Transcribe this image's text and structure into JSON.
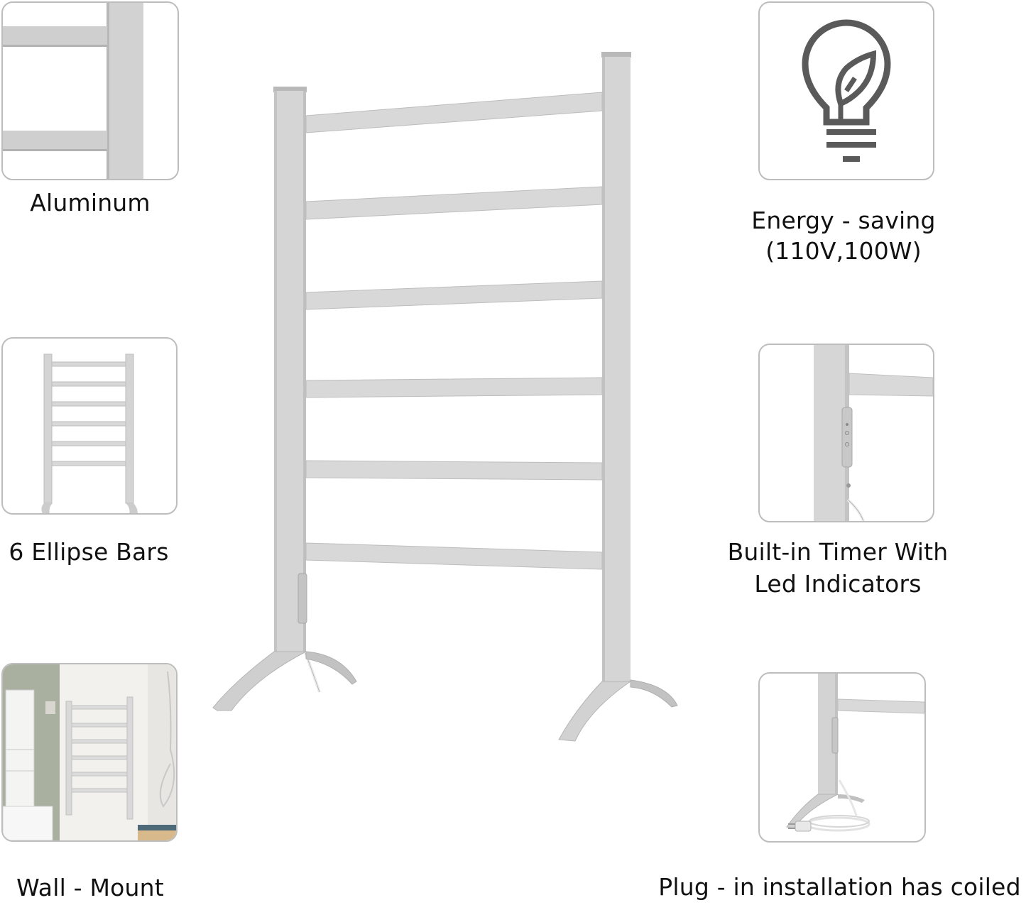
{
  "features": [
    {
      "id": "aluminum",
      "label": "Aluminum",
      "icon": "aluminum-frame-closeup"
    },
    {
      "id": "ellipse-bars",
      "label": "6 Ellipse Bars",
      "icon": "towel-rack-full"
    },
    {
      "id": "wall-mount",
      "label": "Wall - Mount",
      "icon": "bathroom-wall-mounted-rack"
    },
    {
      "id": "energy-saving",
      "label_line1": "Energy - saving",
      "label_line2": "(110V,100W)",
      "icon": "lightbulb-leaf-icon"
    },
    {
      "id": "timer",
      "label_line1": "Built-in Timer With",
      "label_line2": "Led Indicators",
      "icon": "control-panel-closeup"
    },
    {
      "id": "plug-in",
      "label": "Plug - in installation has coiled",
      "icon": "coiled-cord-plug"
    }
  ],
  "product": {
    "name": "Freestanding heated towel rack",
    "bar_count": 6
  },
  "colors": {
    "frame": "#d4d4d4",
    "frame_shadow": "#bcbcbc",
    "card_border": "#bdbdbd",
    "icon_gray": "#5a5a5a",
    "text": "#111111"
  }
}
